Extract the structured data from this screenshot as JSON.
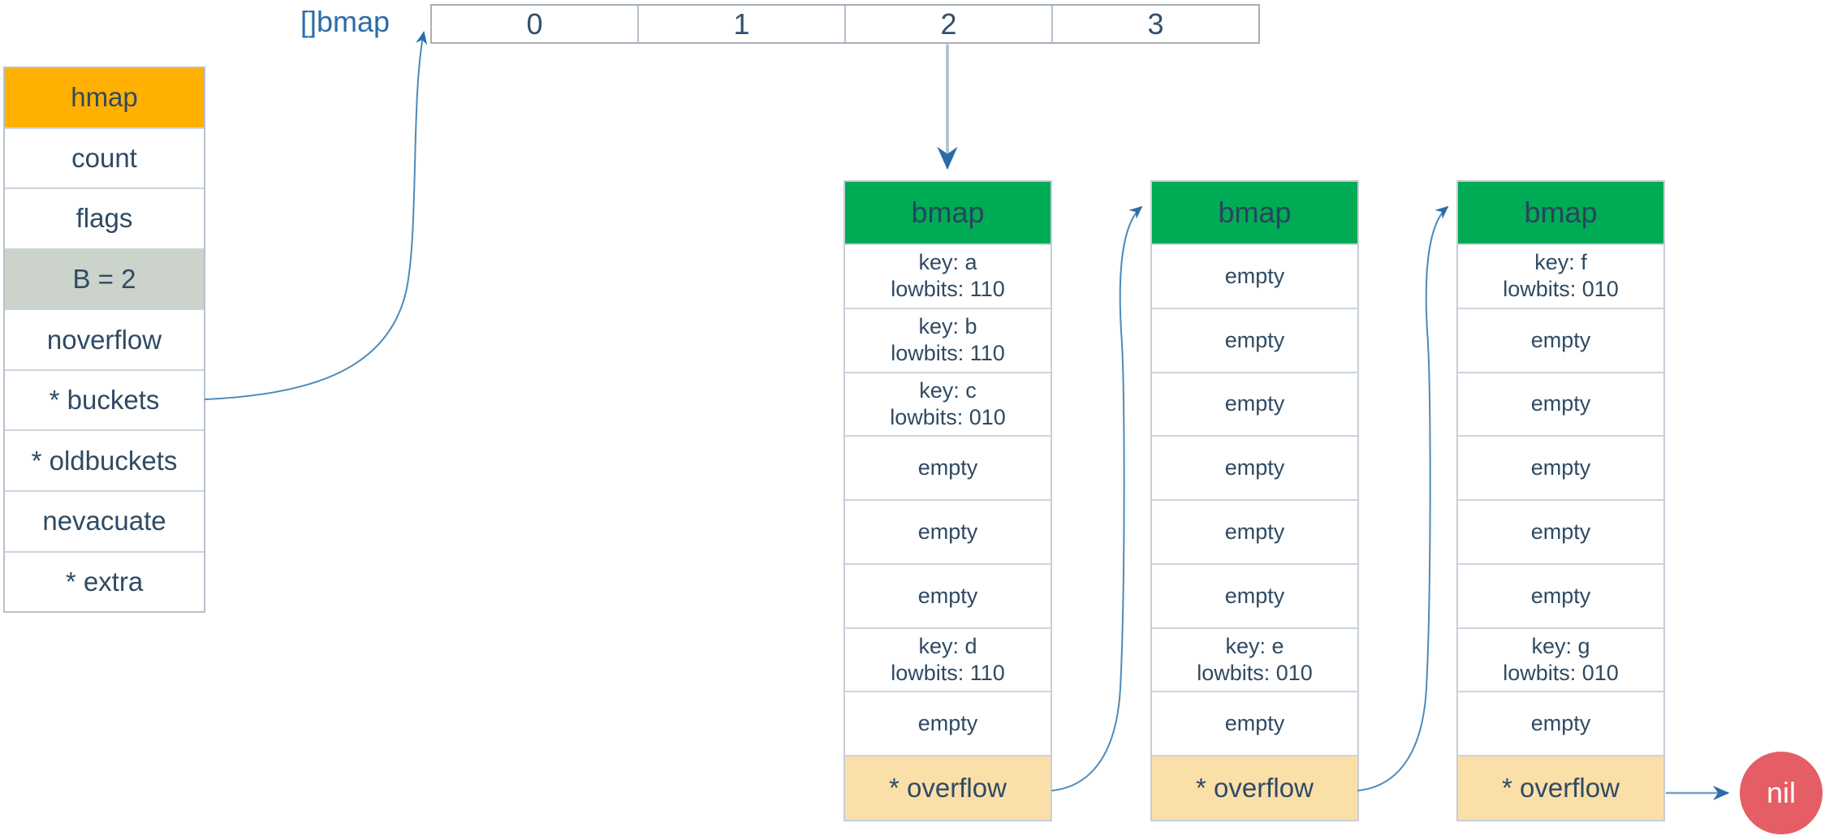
{
  "colors": {
    "hmap_header_bg": "#ffb000",
    "b_row_bg": "#cbd3ca",
    "bmap_header_bg": "#00ab55",
    "overflow_bg": "#fbdfa9",
    "nil_bg": "#e55e66",
    "text": "#2f4a63",
    "label_blue": "#2b6ca8",
    "arrow_stroke": "#4e8ab8",
    "arrow_head": "#2b6ca8"
  },
  "array_label": "[]bmap",
  "array": {
    "cells": [
      "0",
      "1",
      "2",
      "3"
    ]
  },
  "hmap": {
    "header": "hmap",
    "rows": [
      "count",
      "flags",
      "B = 2",
      "noverflow",
      "* buckets",
      "* oldbuckets",
      "nevacuate",
      "* extra"
    ]
  },
  "buckets": [
    {
      "header": "bmap",
      "slots": [
        {
          "l1": "key: a",
          "l2": "lowbits: 110"
        },
        {
          "l1": "key: b",
          "l2": "lowbits: 110"
        },
        {
          "l1": "key: c",
          "l2": "lowbits: 010"
        },
        {
          "l1": "empty"
        },
        {
          "l1": "empty"
        },
        {
          "l1": "empty"
        },
        {
          "l1": "key: d",
          "l2": "lowbits: 110"
        },
        {
          "l1": "empty"
        }
      ],
      "overflow": "* overflow"
    },
    {
      "header": "bmap",
      "slots": [
        {
          "l1": "empty"
        },
        {
          "l1": "empty"
        },
        {
          "l1": "empty"
        },
        {
          "l1": "empty"
        },
        {
          "l1": "empty"
        },
        {
          "l1": "empty"
        },
        {
          "l1": "key: e",
          "l2": "lowbits: 010"
        },
        {
          "l1": "empty"
        }
      ],
      "overflow": "* overflow"
    },
    {
      "header": "bmap",
      "slots": [
        {
          "l1": "key: f",
          "l2": "lowbits: 010"
        },
        {
          "l1": "empty"
        },
        {
          "l1": "empty"
        },
        {
          "l1": "empty"
        },
        {
          "l1": "empty"
        },
        {
          "l1": "empty"
        },
        {
          "l1": "key: g",
          "l2": "lowbits: 010"
        },
        {
          "l1": "empty"
        }
      ],
      "overflow": "* overflow"
    }
  ],
  "nil_label": "nil"
}
